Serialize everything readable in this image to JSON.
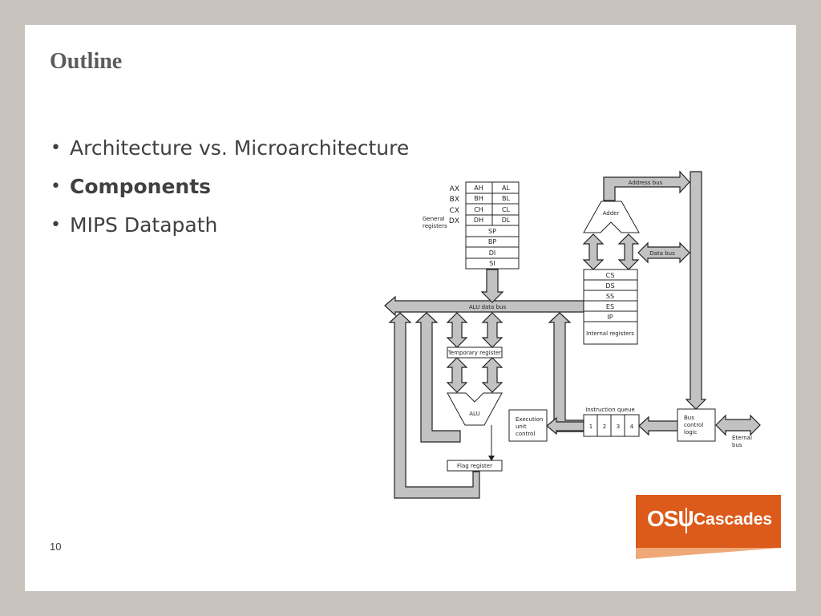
{
  "slide": {
    "title": "Outline",
    "bullets": [
      {
        "text": "Architecture vs. Microarchitecture",
        "bold": false
      },
      {
        "text": "Components",
        "bold": true
      },
      {
        "text": "MIPS Datapath",
        "bold": false
      }
    ],
    "page_number": "10",
    "bullet_glyph": "•"
  },
  "logo": {
    "left": "OSU",
    "right": "Cascades",
    "color": "#dc5a1a"
  },
  "diagram": {
    "registers": {
      "names": [
        "AX",
        "BX",
        "CX",
        "DX"
      ],
      "high": [
        "AH",
        "BH",
        "CH",
        "DH"
      ],
      "low": [
        "AL",
        "BL",
        "CL",
        "DL"
      ],
      "pointer": [
        "SP",
        "BP",
        "DI",
        "SI"
      ],
      "group_label_1": "General",
      "group_label_2": "registers"
    },
    "segment_registers": [
      "CS",
      "DS",
      "SS",
      "ES",
      "IP"
    ],
    "internal_registers": "Internal registers",
    "address_bus": "Address bus",
    "data_bus": "Data bus",
    "adder": "Adder",
    "alu_data_bus": "ALU data bus",
    "temporary_register": "Temporary register",
    "alu": "ALU",
    "flag_register": "Flag register",
    "execution_unit": [
      "Execution",
      "unit",
      "control"
    ],
    "instruction_queue": {
      "label": "Instruction queue",
      "slots": [
        "1",
        "2",
        "3",
        "4"
      ]
    },
    "bus_control": [
      "Bus",
      "control",
      "logic"
    ],
    "external_bus": [
      "Eternal",
      "bus"
    ]
  }
}
